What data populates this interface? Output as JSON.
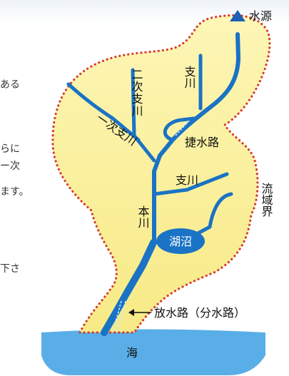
{
  "side_text": [
    "ある",
    "らに",
    "ー次",
    "ます。",
    "下さ"
  ],
  "labels": {
    "source": "水源",
    "secondary_tributary": "二次支川",
    "tributary_upper": "支川",
    "primary_tributary": "一次支川",
    "cutoff_channel": "捷水路",
    "tributary_middle": "支川",
    "watershed_boundary": "流域界",
    "main_river": "本川",
    "lake": "湖沼",
    "diversion_channel": "放水路（分水路）",
    "sea": "海"
  },
  "colors": {
    "river": "#1a73c4",
    "basin_fill": "#fbf19a",
    "boundary_dots": "#d83a2a",
    "sea": "#5aaee8",
    "source_marker": "#1d5fb8"
  }
}
